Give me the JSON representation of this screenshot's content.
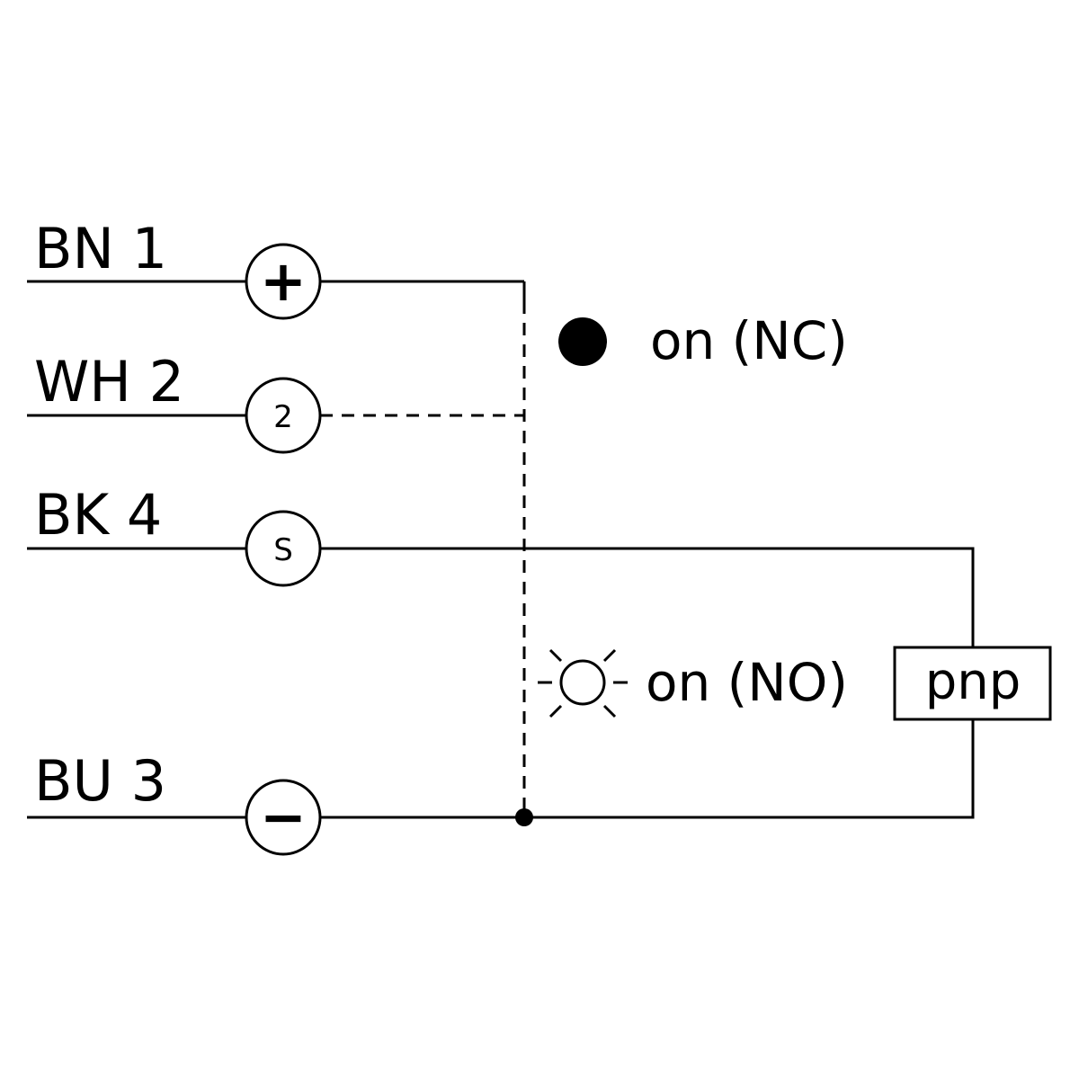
{
  "wires": [
    {
      "label": "BN 1"
    },
    {
      "label": "WH 2"
    },
    {
      "label": "BK 4"
    },
    {
      "label": "BU 3"
    }
  ],
  "terminals": {
    "plus": "+",
    "two": "2",
    "signal": "S",
    "minus": "−"
  },
  "indicators": {
    "nc_label": "on (NC)",
    "no_label": "on (NO)"
  },
  "output_type": "pnp"
}
